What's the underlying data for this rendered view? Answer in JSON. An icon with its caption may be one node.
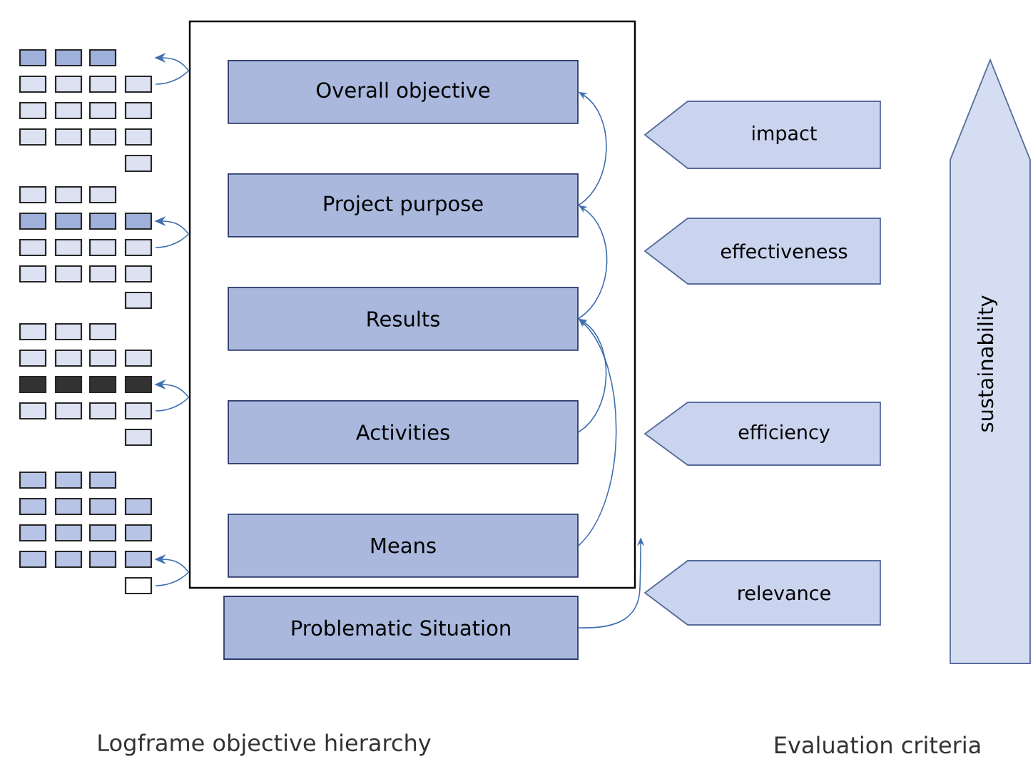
{
  "diagram": {
    "nodes": [
      {
        "text": [],
        "shape": "box"
      },
      {
        "text": [
          "Overall objective"
        ],
        "in": 0
      },
      {
        "text": [
          "Project purpose"
        ],
        "in": 0
      },
      {
        "text": [
          "Results"
        ],
        "in": 0
      },
      {
        "text": [
          "Activities"
        ],
        "in": 0
      },
      {
        "text": [
          "Means"
        ],
        "in": 0
      },
      {
        "text": [
          "Problematic Situation"
        ]
      },
      {
        "text": [
          "impact"
        ]
      },
      {
        "text": [
          "effectiveness"
        ]
      },
      {
        "text": [
          "efficiency"
        ]
      },
      {
        "text": [
          "relevance"
        ]
      },
      {
        "text": [
          "sustainability"
        ]
      },
      {
        "text": [],
        "shape": "grid"
      },
      {
        "text": [],
        "shape": "grid"
      },
      {
        "text": [],
        "shape": "grid"
      },
      {
        "text": [],
        "shape": "grid"
      }
    ],
    "edges": [
      {
        "from": 2,
        "to": 1,
        "arrow": "to"
      },
      {
        "from": 3,
        "to": 2,
        "arrow": "to"
      },
      {
        "from": 4,
        "to": 3,
        "arrow": "to"
      },
      {
        "from": 5,
        "to": 3,
        "arrow": "to"
      },
      {
        "from": 6,
        "to": 0,
        "arrow": "to"
      },
      {
        "from": 0,
        "to": 12,
        "arrow": "to"
      },
      {
        "from": 0,
        "to": 13,
        "arrow": "to"
      },
      {
        "from": 0,
        "to": 14,
        "arrow": "to"
      },
      {
        "from": 0,
        "to": 15,
        "arrow": "to"
      }
    ],
    "labels": [
      "Logframe objective hierarchy",
      "Evaluation criteria"
    ]
  }
}
